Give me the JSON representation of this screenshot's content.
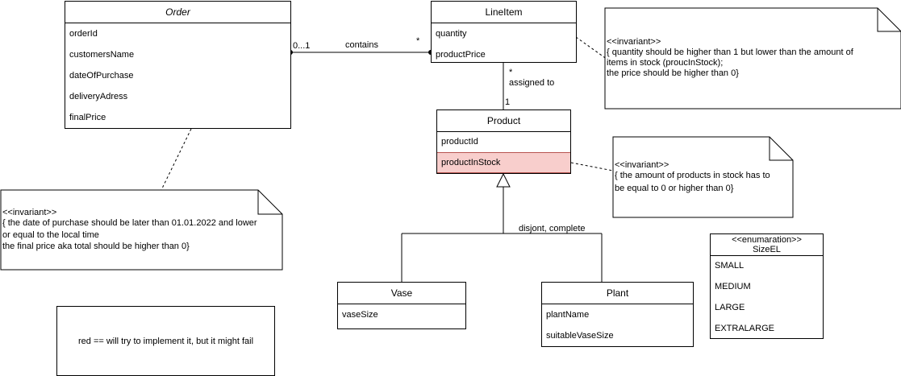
{
  "classes": {
    "order": {
      "name": "Order",
      "attrs": [
        "orderId",
        "customersName",
        "dateOfPurchase",
        "deliveryAdress",
        "finalPrice"
      ]
    },
    "lineitem": {
      "name": "LineItem",
      "attrs": [
        "quantity",
        "productPrice"
      ]
    },
    "product": {
      "name": "Product",
      "attrs": [
        "productId",
        "productInStock"
      ]
    },
    "vase": {
      "name": "Vase",
      "attrs": [
        "vaseSize"
      ]
    },
    "plant": {
      "name": "Plant",
      "attrs": [
        "plantName",
        "suitableVaseSize"
      ]
    },
    "sizeel": {
      "stereotype": "<<enumaration>>",
      "name": "SizeEL",
      "values": [
        "SMALL",
        "MEDIUM",
        "LARGE",
        "EXTRALARGE"
      ]
    }
  },
  "relations": {
    "contains": {
      "label": "contains",
      "source_mult": "0...1",
      "target_mult": "*"
    },
    "assigned": {
      "label": "assigned to",
      "source_mult": "*",
      "target_mult": "1"
    },
    "generalization": {
      "label": "disjont, complete"
    }
  },
  "notes": {
    "lineitem_note": {
      "lines": [
        "<<invariant>>",
        "{ quantity should be higher than 1 but lower than the amount of",
        "items in stock (proucInStock);",
        "the price should be higher than 0}"
      ]
    },
    "product_note": {
      "lines": [
        "<<invariant>>",
        "{ the amount of products in stock has to",
        "be equal to 0 or higher than 0}"
      ]
    },
    "order_note": {
      "lines": [
        "<<invariant>>",
        "{ the date of purchase should be later than 01.01.2022 and lower",
        "or equal to the local time",
        "the final price aka total should be higher than 0}"
      ]
    },
    "legend": {
      "text": "red == will try to implement it, but it might fail"
    }
  },
  "colors": {
    "highlight_fill": "#f8cecc",
    "highlight_stroke": "#b85450",
    "line": "#000000"
  }
}
